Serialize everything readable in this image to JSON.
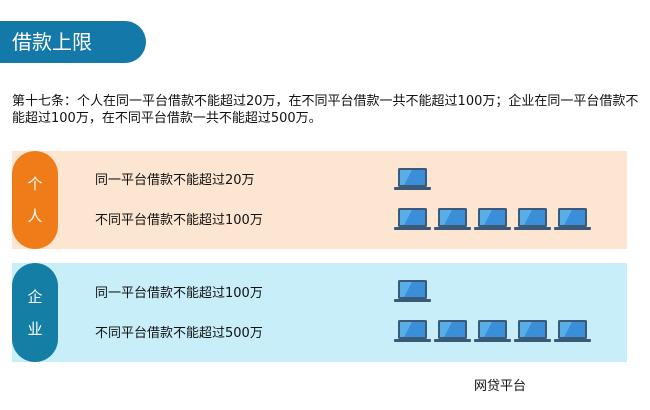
{
  "header": {
    "title": "借款上限"
  },
  "description": "第十七条：个人在同一平台借款不能超过20万，在不同平台借款一共不能超过100万；企业在同一平台借款不能超过100万，在不同平台借款一共不能超过500万。",
  "groups": [
    {
      "label_chars": [
        "个",
        "人"
      ],
      "color": "#f07c19",
      "background": "#fde6d1",
      "rows": [
        {
          "text": "同一平台借款不能超过20万",
          "platforms": 1
        },
        {
          "text": "不同平台借款不能超过100万",
          "platforms": 5
        }
      ]
    },
    {
      "label_chars": [
        "企",
        "业"
      ],
      "color": "#157ea5",
      "background": "#c8eefa",
      "rows": [
        {
          "text": "同一平台借款不能超过100万",
          "platforms": 1
        },
        {
          "text": "不同平台借款不能超过500万",
          "platforms": 5
        }
      ]
    }
  ],
  "legend": {
    "label": "网贷平台",
    "icon": "laptop-icon"
  }
}
